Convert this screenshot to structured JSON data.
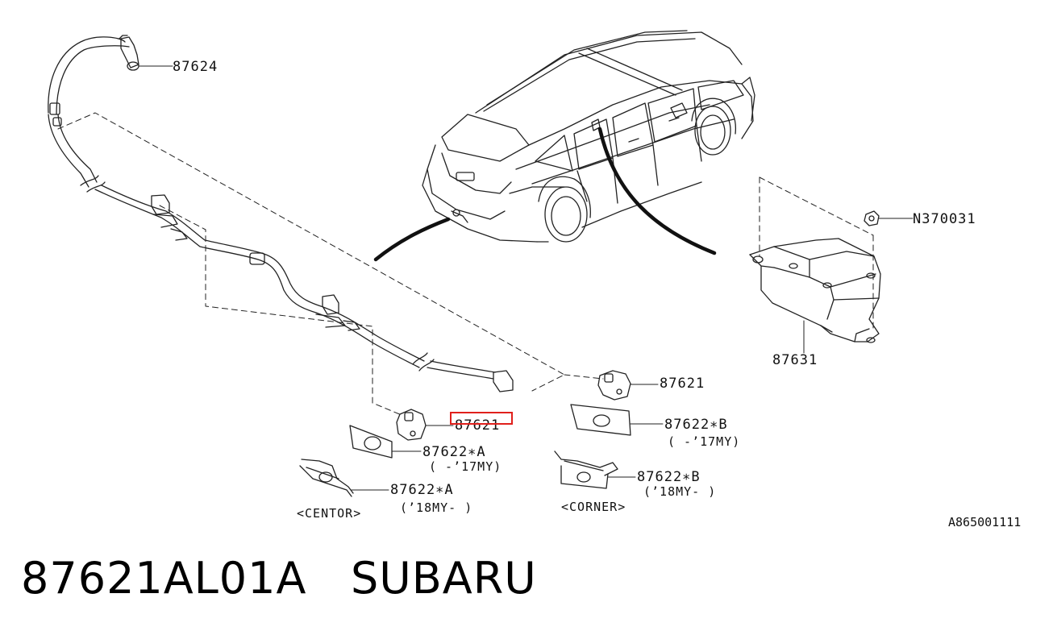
{
  "diagram": {
    "callouts": {
      "p87624": "87624",
      "n370031": "N370031",
      "p87631": "87631",
      "p87621_corner": "87621",
      "p87621_center": "87621",
      "p87622b_top": "87622∗B",
      "p87622b_top_range": "(  -’17MY)",
      "p87622a_top": "87622∗A",
      "p87622a_top_range": "(  -’17MY)",
      "p87622b_bottom": "87622∗B",
      "p87622b_bottom_range": "(’18MY-  )",
      "p87622a_bottom": "87622∗A",
      "p87622a_bottom_range": "(’18MY-  )"
    },
    "group_labels": {
      "center": "<CENTOR>",
      "corner": "<CORNER>"
    },
    "figure_code": "A865001111",
    "highlight_color": "#e0201c"
  },
  "footer": {
    "title": "87621AL01A   SUBARU"
  }
}
